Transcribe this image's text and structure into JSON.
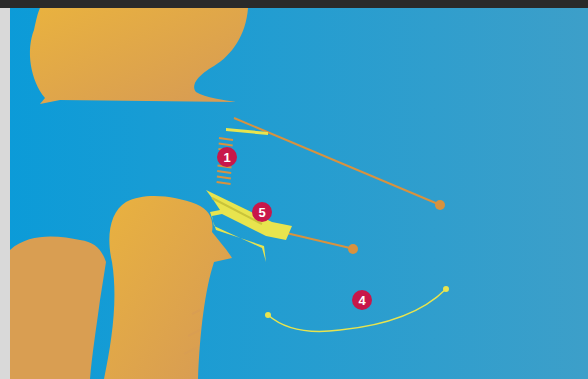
{
  "diagram": {
    "labels": [
      "1",
      "5",
      "4"
    ]
  }
}
